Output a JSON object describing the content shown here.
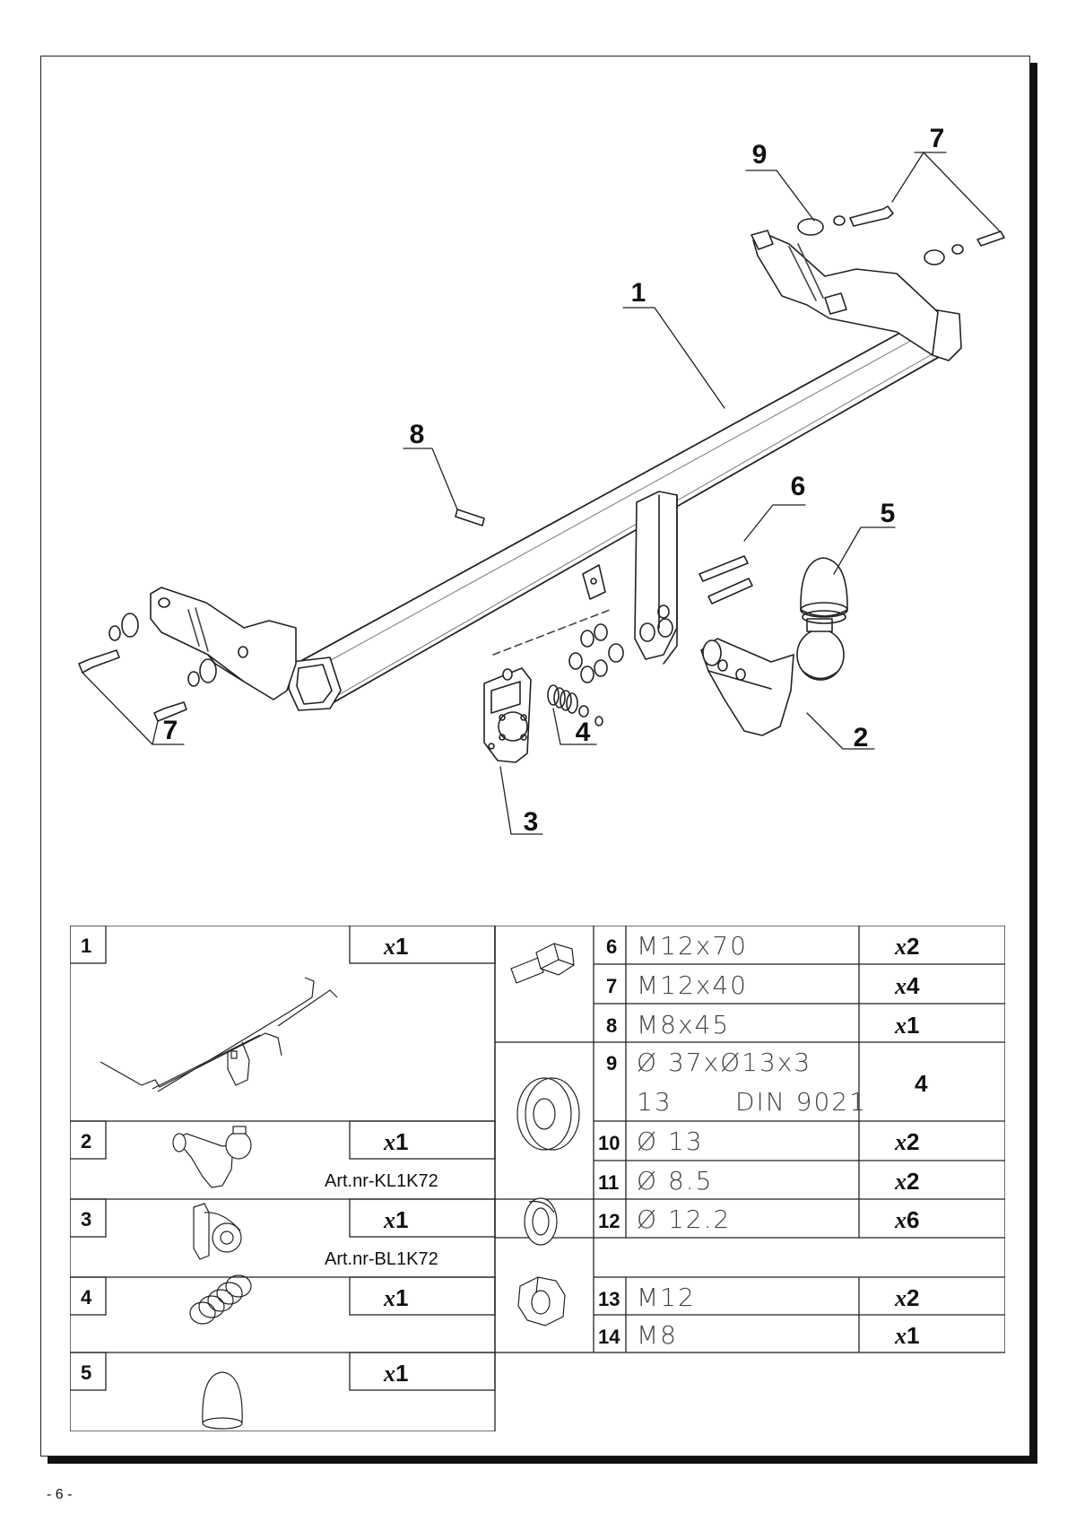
{
  "callouts": [
    {
      "label": "1"
    },
    {
      "label": "2"
    },
    {
      "label": "3"
    },
    {
      "label": "4"
    },
    {
      "label": "5"
    },
    {
      "label": "6"
    },
    {
      "label": "7"
    },
    {
      "label": "7"
    },
    {
      "label": "8"
    },
    {
      "label": "9"
    }
  ],
  "parts_left": [
    {
      "num": "1",
      "qty_prefix": "x",
      "qty_value": "1",
      "art": ""
    },
    {
      "num": "2",
      "qty_prefix": "x",
      "qty_value": "1",
      "art": "Art.nr-KL1K72"
    },
    {
      "num": "3",
      "qty_prefix": "x",
      "qty_value": "1",
      "art": "Art.nr-BL1K72"
    },
    {
      "num": "4",
      "qty_prefix": "x",
      "qty_value": "1",
      "art": ""
    },
    {
      "num": "5",
      "qty_prefix": "x",
      "qty_value": "1",
      "art": ""
    }
  ],
  "parts_right": [
    {
      "num": "6",
      "spec": "M12x70",
      "qty_prefix": "x",
      "qty_value": "2"
    },
    {
      "num": "7",
      "spec": "M12x40",
      "qty_prefix": "x",
      "qty_value": "4"
    },
    {
      "num": "8",
      "spec": "M8x45",
      "qty_prefix": "x",
      "qty_value": "1"
    },
    {
      "num": "9",
      "spec": "Ø 37xØ13x3",
      "spec2_a": "13",
      "spec2_b": "DIN 9021",
      "qty_prefix": "",
      "qty_value": "4"
    },
    {
      "num": "10",
      "spec": "Ø 13",
      "qty_prefix": "x",
      "qty_value": "2"
    },
    {
      "num": "11",
      "spec": "Ø 8.5",
      "qty_prefix": "x",
      "qty_value": "2"
    },
    {
      "num": "12",
      "spec": "Ø 12.2",
      "qty_prefix": "x",
      "qty_value": "6"
    },
    {
      "num": "13",
      "spec": "M12",
      "qty_prefix": "x",
      "qty_value": "2"
    },
    {
      "num": "14",
      "spec": "M8",
      "qty_prefix": "x",
      "qty_value": "1"
    }
  ],
  "page_number": "- 6 -"
}
